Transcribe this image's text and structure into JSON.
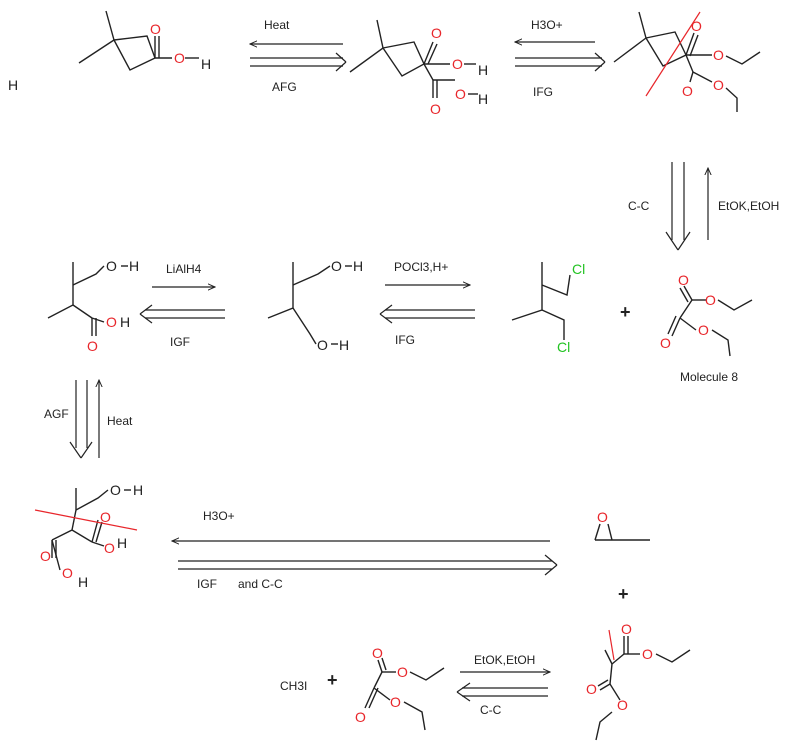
{
  "colors": {
    "ink": "#222222",
    "oxygen": "#e8262b",
    "chlorine": "#22c322",
    "cut_line": "#e8262b"
  },
  "atoms": {
    "O": "O",
    "H": "H",
    "Cl": "Cl"
  },
  "signs": {
    "plus": "+"
  },
  "stray_label": "H",
  "labels": {
    "heat_top": "Heat",
    "afg_top": "AFG",
    "h3o_top": "H3O+",
    "ifg_top": "IFG",
    "cc_right": "C-C",
    "etok_right": "EtOK,EtOH",
    "molecule_8": "Molecule 8",
    "lialh4": "LiAlH4",
    "igf_mid": "IGF",
    "pocl3": "POCl3,H+",
    "ifg_mid": "IFG",
    "agf_left": "AGF",
    "heat_left": "Heat",
    "h3o_bottom": "H3O+",
    "igf_bottom": "IGF",
    "and_cc": "and C-C",
    "ch3i": "CH3I",
    "etok_bottom": "EtOK,EtOH",
    "cc_bottom": "C-C"
  }
}
